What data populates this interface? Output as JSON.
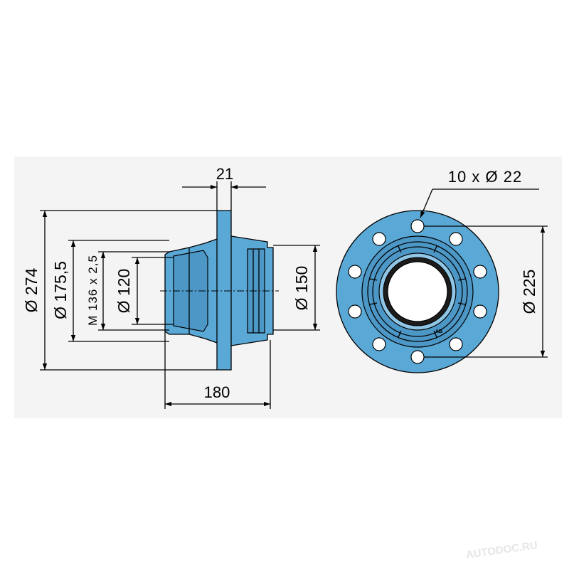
{
  "drawing": {
    "background_color": "#f4f4f4",
    "part_color": "#5aa8d6",
    "dimensions": {
      "flange_thickness": "21",
      "hole_pattern": "10 x Ø 22",
      "outer_diameter": "Ø 274",
      "pilot_diameter": "Ø 175,5",
      "thread": "M 136 x 2,5",
      "bore_diameter": "Ø 120",
      "seat_diameter": "Ø 150",
      "overall_length": "180",
      "bolt_circle": "Ø 225"
    },
    "logo_text": "AB"
  },
  "watermark": "AUTODOC.RU"
}
